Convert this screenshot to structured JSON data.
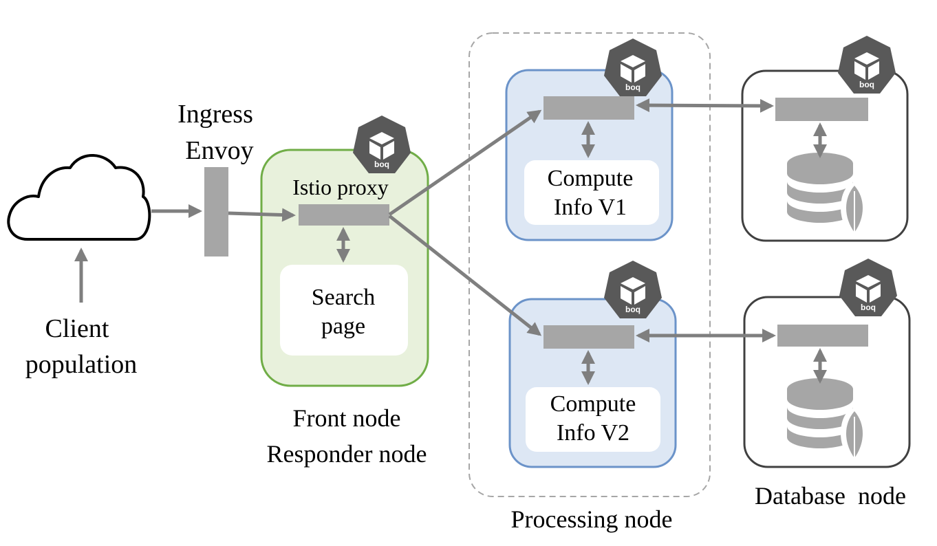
{
  "client": {
    "line1": "Client",
    "line2": "population"
  },
  "ingress": {
    "line1": "Ingress",
    "line2": "Envoy"
  },
  "front_node": {
    "proxy_label": "Istio proxy",
    "service_line1": "Search",
    "service_line2": "page",
    "caption_line1": "Front node",
    "caption_line2": "Responder node"
  },
  "processing_node": {
    "caption": "Processing node",
    "v1": {
      "line1": "Compute",
      "line2": "Info V1"
    },
    "v2": {
      "line1": "Compute",
      "line2": "Info V2"
    }
  },
  "database_node": {
    "caption": "Database  node"
  },
  "badge": {
    "label": "boq"
  },
  "colors": {
    "front_fill": "#e8f1dc",
    "front_border": "#70ad47",
    "processing_fill": "#dde7f4",
    "processing_border": "#6b93c9",
    "proxy_bar": "#a6a6a6",
    "arrow": "#7f7f7f",
    "badge": "#595959",
    "db_icon": "#a6a6a6",
    "database_border": "#404040",
    "dashed_border": "#a6a6a6"
  }
}
